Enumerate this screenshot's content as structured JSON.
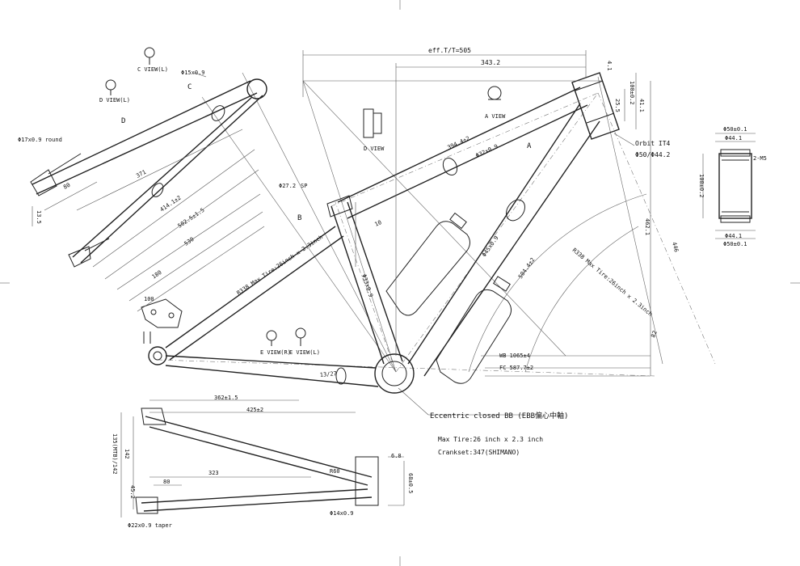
{
  "views": {
    "c_view_l": "C VIEW(L)",
    "d_view_l": "D VIEW(L)",
    "a_view": "A VIEW",
    "d_view": "D VIEW",
    "e_view_r": "E VIEW(R)",
    "e_view_l": "E VIEW(L)"
  },
  "letters": {
    "c": "C",
    "d": "D",
    "b": "B",
    "a": "A"
  },
  "dimensions": {
    "eff_tt": "eff.T/T=505",
    "d_343": "343.2",
    "d_4l": "4.1",
    "d_100": "100±0.2",
    "d_25": "25.5",
    "d_41": "41.1",
    "d_seatstay": "Φ15x0.9",
    "d_round": "Φ17x0.9 round",
    "d_80a": "80",
    "d_371": "371",
    "d_414": "414.1±2",
    "d_502": "502.5±1.5",
    "d_530": "530",
    "d_180": "180",
    "d_100b": "100",
    "d_133": "13.5",
    "d_seatpost": "Φ27.2",
    "d_sp": "SP",
    "d_toptube": "Φ32x0.9",
    "d_toptube_len": "394.4±2",
    "d_10": "10",
    "d_downtube": "Φ45x0.9",
    "d_downtube_len": "504.4±2",
    "d_seattube": "Φ33x0.9",
    "d_tire_r": "R338 Max Tire:26inch x 2.3inch",
    "d_tire_l": "R338 Max Tire:26inch x 2.3inch",
    "d_orbit": "Orbit IT4",
    "d_orbit_d": "Φ50/Φ44.2",
    "d_446": "446",
    "d_4621": "462.1",
    "d_wb": "WB 1065±4",
    "d_fc": "FC 587.7±2",
    "d_82": "82",
    "d_13": "13/27",
    "d_362": "362±1.5",
    "d_425": "425±2",
    "d_bb_note": "Eccentric closed BB (EBB偏心中軸)",
    "d_maxtire": "Max Tire:26 inch x 2.3 inch",
    "d_crankset": "Crankset:347(SHIMANO)",
    "d_323": "323",
    "d_80b": "80",
    "d_135": "135(MTB)/142",
    "d_142": "142",
    "d_chainstay": "Φ22x0.9 taper",
    "d_chainstay2": "Φ14x0.9",
    "d_68": "68±0.5",
    "d_6_8": "6.8",
    "d_r60": "R60",
    "d_45": "45.2",
    "d_hs_50": "Φ50±0.1",
    "d_hs_44": "Φ44.1",
    "d_hs_100": "100±0.2",
    "d_hs_44b": "Φ44.1",
    "d_hs_50b": "Φ50±0.1",
    "d_hs_side": "2-M5"
  },
  "colors": {
    "line": "#222222",
    "paper": "#ffffff"
  }
}
